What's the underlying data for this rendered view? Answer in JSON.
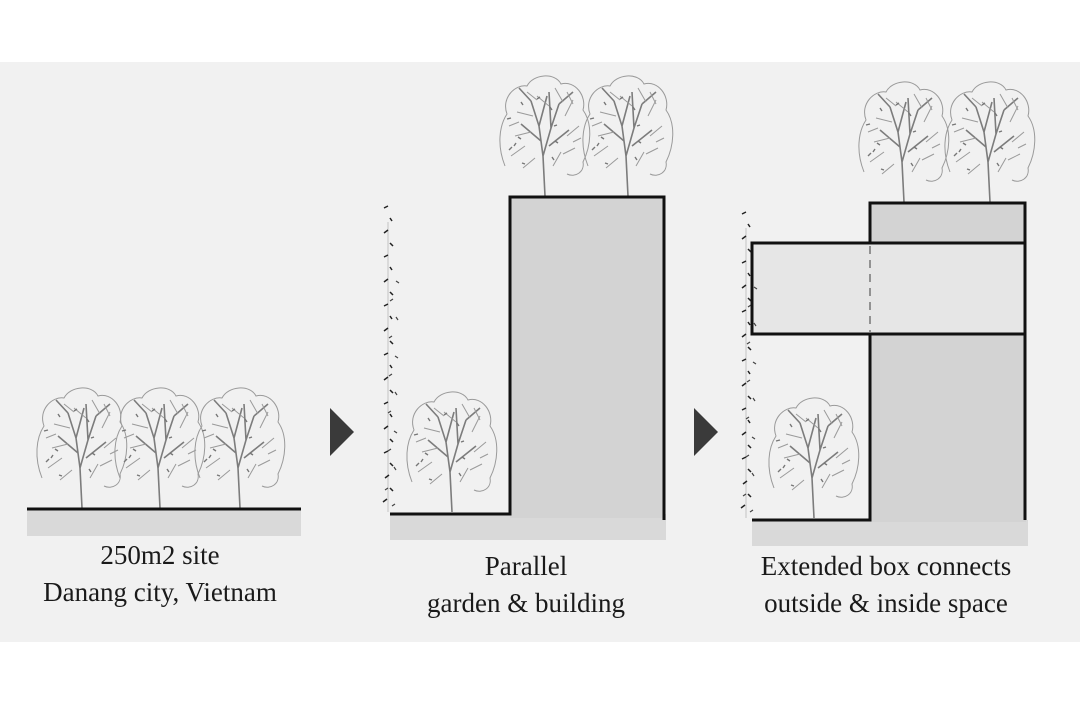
{
  "panels": [
    {
      "caption_line1": "250m2 site",
      "caption_line2": "Danang city, Vietnam"
    },
    {
      "caption_line1": "Parallel",
      "caption_line2": "garden & building"
    },
    {
      "caption_line1": "Extended box connects",
      "caption_line2": "outside & inside space"
    }
  ],
  "colors": {
    "background": "#f1f1f1",
    "ground": "#d9d9d9",
    "building": "#d3d3d3",
    "line": "#111111",
    "arrow": "#3a3a3a",
    "tree": "#8a8a8a"
  },
  "icons": [
    "tree-icon",
    "bamboo-icon",
    "arrow-right-icon"
  ]
}
